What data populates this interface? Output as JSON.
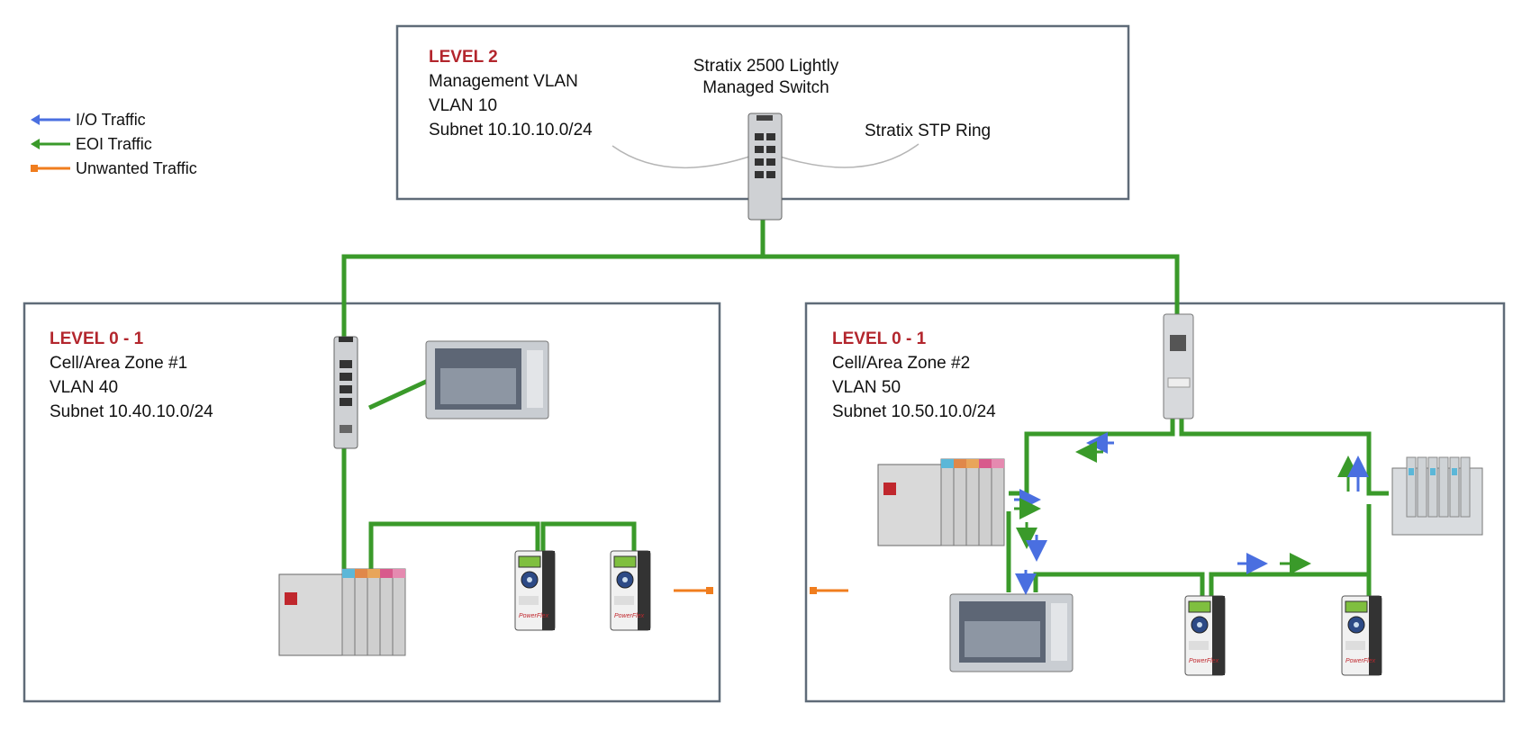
{
  "legend": {
    "items": [
      {
        "label": "I/O Traffic",
        "color": "#4a6fe0",
        "icon": "arrow-left-icon"
      },
      {
        "label": "EOI Traffic",
        "color": "#3a9a2a",
        "icon": "arrow-left-icon"
      },
      {
        "label": "Unwanted Traffic",
        "color": "#f07d1e",
        "icon": "square-end-line-icon"
      }
    ]
  },
  "level2": {
    "level": "LEVEL 2",
    "lines": [
      "Management VLAN",
      "VLAN 10",
      "Subnet 10.10.10.0/24"
    ],
    "switch_caption": [
      "Stratix 2500 Lightly",
      "Managed Switch"
    ],
    "ring_label": "Stratix STP Ring"
  },
  "zone1": {
    "level": "LEVEL 0 - 1",
    "lines": [
      "Cell/Area Zone #1",
      "VLAN 40",
      "Subnet 10.40.10.0/24"
    ]
  },
  "zone2": {
    "level": "LEVEL 0 - 1",
    "lines": [
      "Cell/Area Zone #2",
      "VLAN 50",
      "Subnet 10.50.10.0/24"
    ]
  },
  "colors": {
    "link": "#3a9a2a",
    "io": "#4a6fe0",
    "unwanted": "#f07d1e",
    "box_border": "#5f6b78",
    "level_red": "#b3262d"
  },
  "devices": {
    "drive_brand": "PowerFlex"
  }
}
